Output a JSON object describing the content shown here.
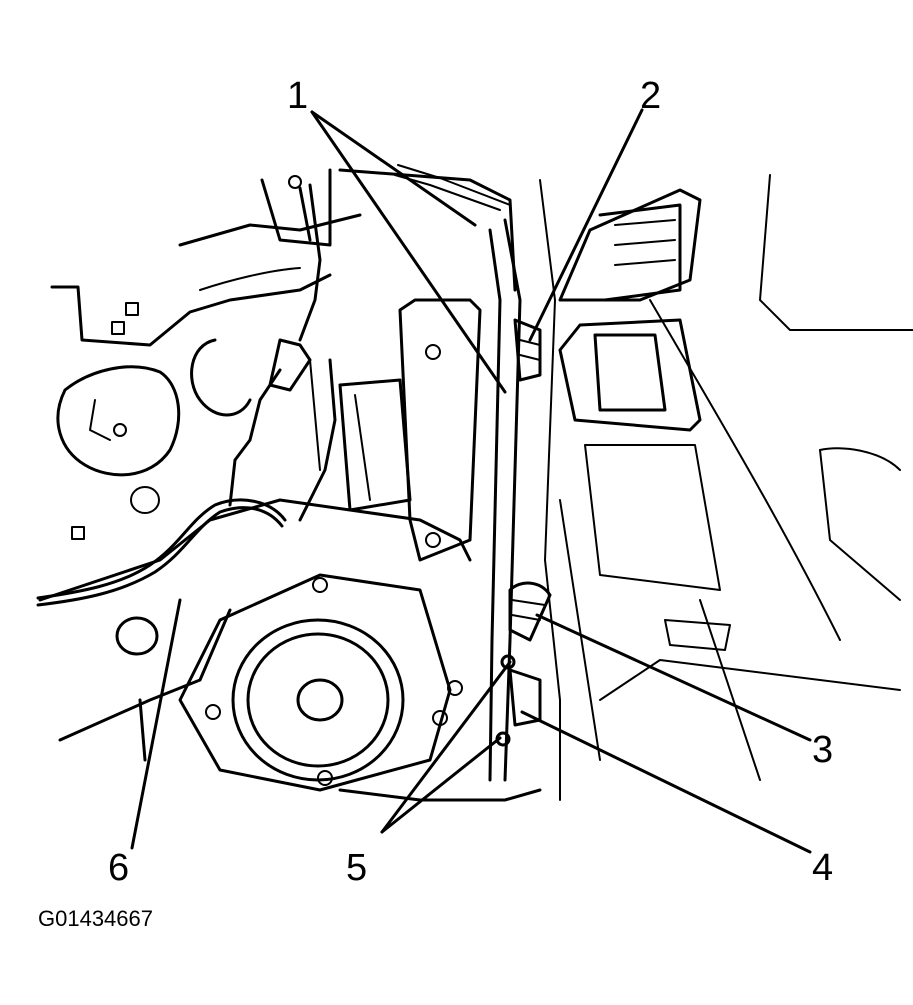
{
  "callouts": [
    {
      "id": "1",
      "text": "1"
    },
    {
      "id": "2",
      "text": "2"
    },
    {
      "id": "3",
      "text": "3"
    },
    {
      "id": "4",
      "text": "4"
    },
    {
      "id": "5",
      "text": "5"
    },
    {
      "id": "6",
      "text": "6"
    }
  ],
  "figure_id": "G01434667"
}
